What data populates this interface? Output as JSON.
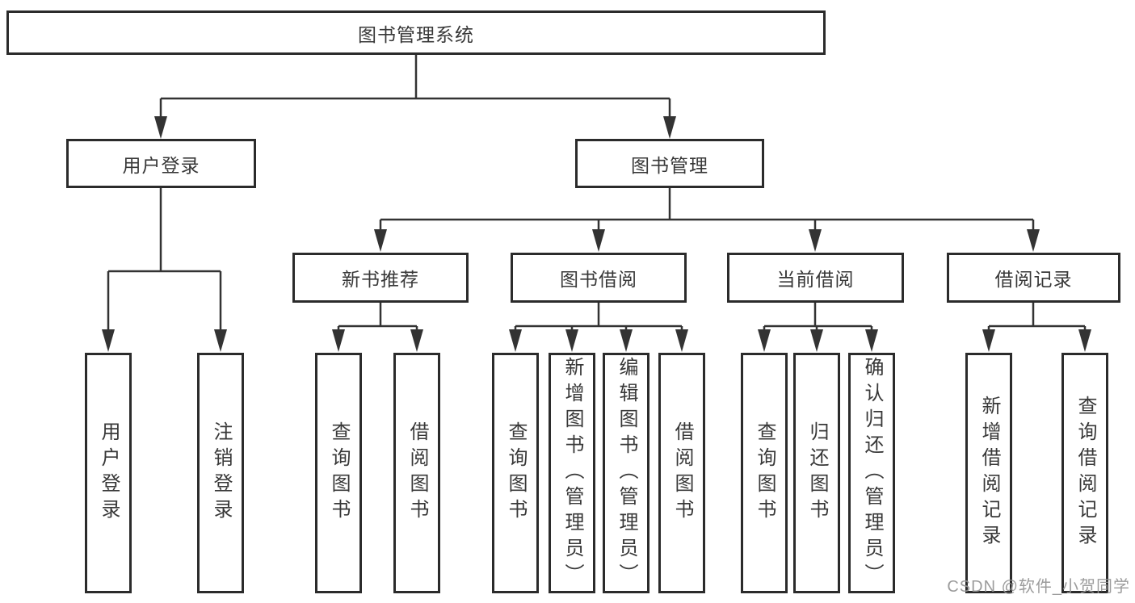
{
  "diagram": {
    "title": "图书管理系统",
    "branches": [
      {
        "label": "用户登录",
        "children": [
          "用户登录",
          "注销登录"
        ]
      },
      {
        "label": "图书管理",
        "modules": [
          {
            "label": "新书推荐",
            "children": [
              "查询图书",
              "借阅图书"
            ]
          },
          {
            "label": "图书借阅",
            "children": [
              "查询图书",
              "新增图书（管理员）",
              "编辑图书（管理员）",
              "借阅图书"
            ]
          },
          {
            "label": "当前借阅",
            "children": [
              "查询图书",
              "归还图书",
              "确认归还（管理员）"
            ]
          },
          {
            "label": "借阅记录",
            "children": [
              "新增借阅记录",
              "查询借阅记录"
            ]
          }
        ]
      }
    ]
  },
  "watermark": "CSDN @软件_小贺同学",
  "colors": {
    "line": "#333333",
    "box_border": "#2b2b2b",
    "text": "#383838",
    "watermark": "#949494",
    "background": "#ffffff"
  }
}
